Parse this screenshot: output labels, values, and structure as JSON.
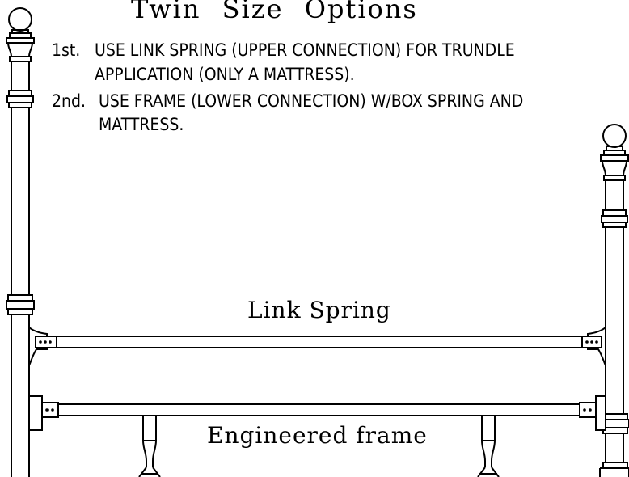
{
  "title": "Twin  Size  Options",
  "notes": [
    {
      "num": "1st.",
      "lines": [
        "USE LINK SPRING (UPPER CONNECTION) FOR TRUNDLE",
        "APPLICATION (ONLY A MATTRESS)."
      ]
    },
    {
      "num": "2nd.",
      "lines": [
        "USE FRAME (LOWER CONNECTION) W/BOX SPRING AND",
        "MATTRESS."
      ]
    }
  ],
  "labels": {
    "link_spring": "Link Spring",
    "engineered_frame": "Engineered frame"
  }
}
